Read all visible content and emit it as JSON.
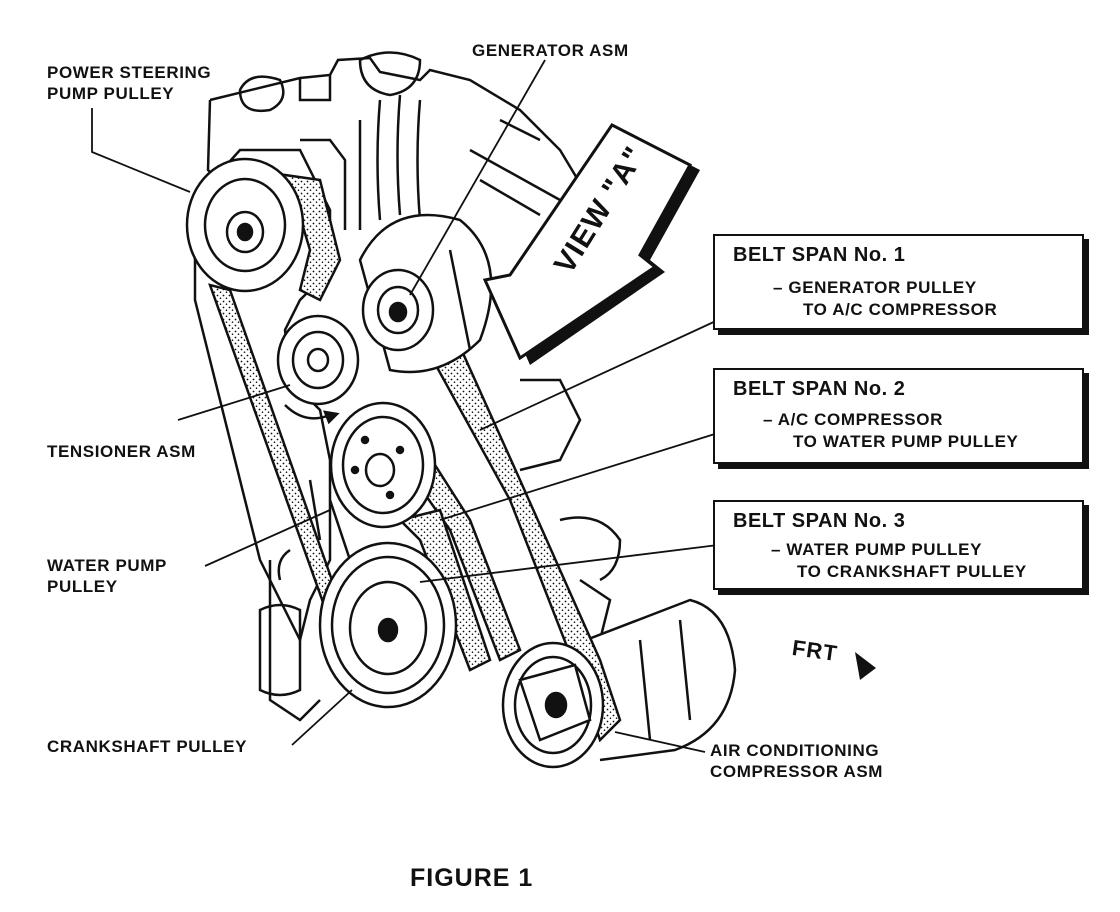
{
  "labels": {
    "power_steering_line1": "POWER STEERING",
    "power_steering_line2": "PUMP PULLEY",
    "generator": "GENERATOR ASM",
    "tensioner": "TENSIONER ASM",
    "water_pump_line1": "WATER PUMP",
    "water_pump_line2": "PULLEY",
    "crankshaft": "CRANKSHAFT PULLEY",
    "ac_line1": "AIR CONDITIONING",
    "ac_line2": "COMPRESSOR ASM",
    "view_a": "VIEW \"A\"",
    "frt": "FRT"
  },
  "belt_spans": [
    {
      "title": "BELT SPAN No. 1",
      "line1": "– GENERATOR PULLEY",
      "line2": "TO A/C COMPRESSOR"
    },
    {
      "title": "BELT SPAN No. 2",
      "line1": "– A/C COMPRESSOR",
      "line2": "TO WATER PUMP PULLEY"
    },
    {
      "title": "BELT SPAN No. 3",
      "line1": "– WATER PUMP PULLEY",
      "line2": "TO CRANKSHAFT PULLEY"
    }
  ],
  "figure_caption": "FIGURE 1",
  "colors": {
    "ink": "#111111",
    "paper": "#ffffff"
  }
}
